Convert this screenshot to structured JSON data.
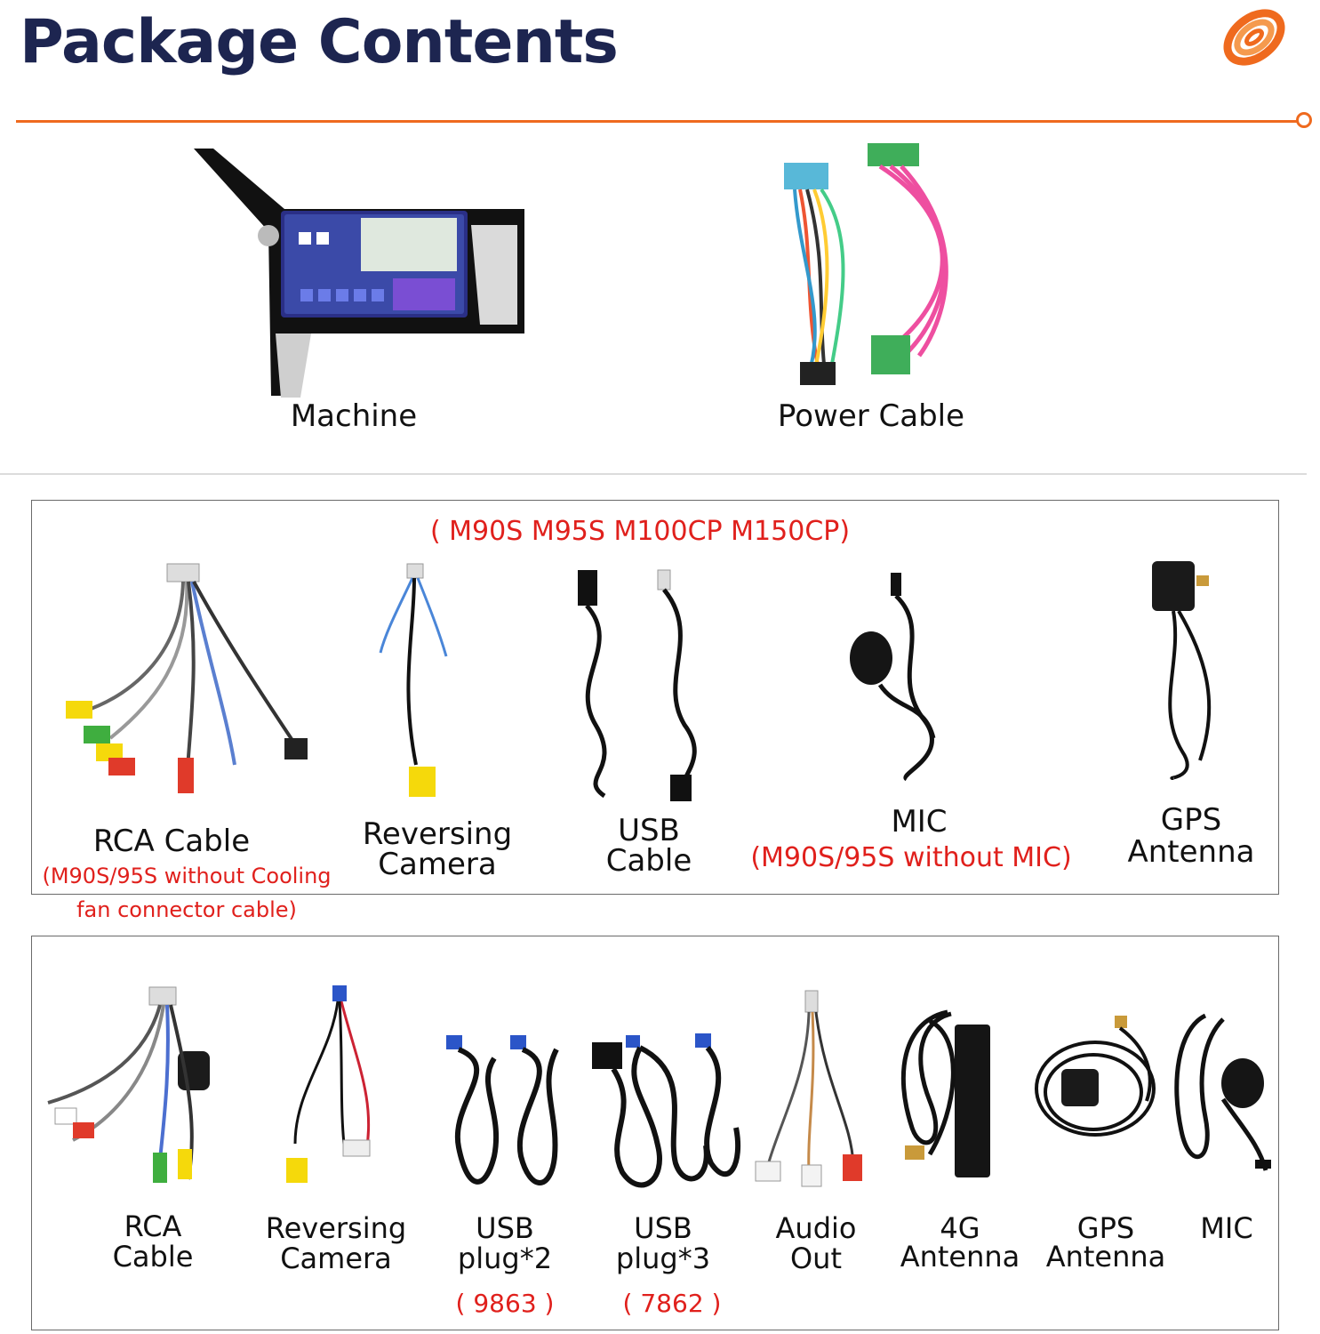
{
  "header": {
    "title": "Package Contents"
  },
  "top_items": [
    {
      "label": "Machine"
    },
    {
      "label": "Power Cable"
    }
  ],
  "box1": {
    "models": "( M90S M95S M100CP M150CP)",
    "items": [
      {
        "line1": "RCA Cable",
        "note1": "(M90S/95S without Cooling",
        "note2": "fan connector cable)"
      },
      {
        "line1": "Reversing",
        "line2": "Camera"
      },
      {
        "line1": "USB",
        "line2": "Cable"
      },
      {
        "line1": "MIC",
        "note1": "(M90S/95S without MIC)"
      },
      {
        "line1": "GPS",
        "line2": "Antenna"
      }
    ]
  },
  "box2": {
    "items": [
      {
        "line1": "RCA",
        "line2": "Cable"
      },
      {
        "line1": "Reversing",
        "line2": "Camera"
      },
      {
        "line1": "USB",
        "line2": "plug*2",
        "code": "( 9863 )"
      },
      {
        "line1": "USB",
        "line2": "plug*3",
        "code": "( 7862 )"
      },
      {
        "line1": "Audio",
        "line2": "Out"
      },
      {
        "line1": "4G",
        "line2": "Antenna"
      },
      {
        "line1": "GPS",
        "line2": "Antenna"
      },
      {
        "line1": "MIC"
      }
    ]
  },
  "colors": {
    "title": "#1d2550",
    "accent": "#ef6a1e",
    "note_red": "#e0201c"
  }
}
